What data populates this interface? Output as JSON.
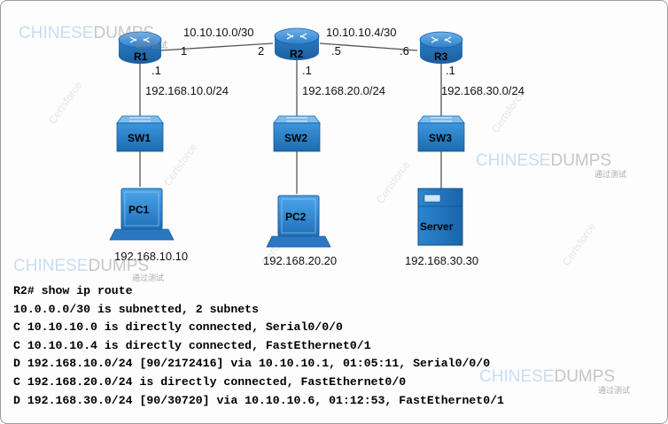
{
  "routers": [
    {
      "id": "R1",
      "label": "R1"
    },
    {
      "id": "R2",
      "label": "R2"
    },
    {
      "id": "R3",
      "label": "R3"
    }
  ],
  "switches": [
    {
      "id": "SW1",
      "label": "SW1"
    },
    {
      "id": "SW2",
      "label": "SW2"
    },
    {
      "id": "SW3",
      "label": "SW3"
    }
  ],
  "hosts": [
    {
      "id": "PC1",
      "label": "PC1",
      "ip": "192.168.10.10"
    },
    {
      "id": "PC2",
      "label": "PC2",
      "ip": "192.168.20.20"
    },
    {
      "id": "Server",
      "label": "Server",
      "ip": "192.168.30.30"
    }
  ],
  "wan_links": [
    {
      "network": "10.10.10.0/30",
      "left_if": "1",
      "right_if": "2"
    },
    {
      "network": "10.10.10.4/30",
      "left_if": ".5",
      "right_if": ".6"
    }
  ],
  "lan_links": [
    {
      "network": "192.168.10.0/24",
      "router_if": ".1"
    },
    {
      "network": "192.168.20.0/24",
      "router_if": ".1"
    },
    {
      "network": "192.168.30.0/24",
      "router_if": ".1"
    }
  ],
  "cli": [
    "R2# show ip route",
    "10.0.0.0/30 is subnetted, 2 subnets",
    "C 10.10.10.0 is directly connected, Serial0/0/0",
    "C 10.10.10.4 is directly connected, FastEthernet0/1",
    "D 192.168.10.0/24 [90/2172416] via 10.10.10.1, 01:05:11, Serial0/0/0",
    "C 192.168.20.0/24 is directly connected, FastEthernet0/0",
    "D 192.168.30.0/24 [90/30720] via 10.10.10.6, 01:12:53, FastEthernet0/1"
  ],
  "watermark": {
    "brand_left": "CHINESE",
    "brand_right": "DUMPS",
    "brand_sub": "通过测试",
    "diagonal": "Certsforce"
  },
  "colors": {
    "router": "#2f7fc9",
    "switch": "#2d87d0",
    "device_label": "#000000",
    "link": "#555555"
  }
}
